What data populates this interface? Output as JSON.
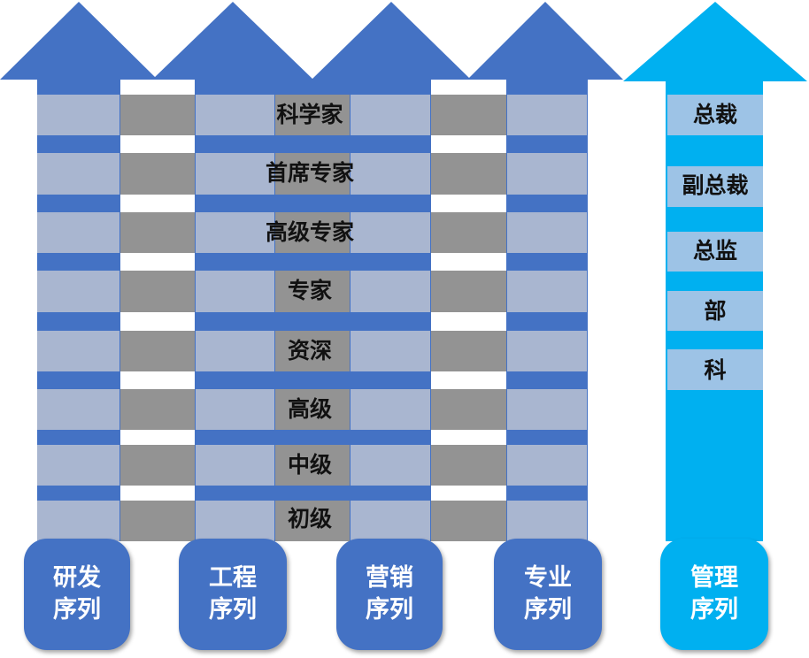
{
  "colors": {
    "arrow_blue": "#4472C4",
    "management_cyan": "#00B0F0",
    "cell_light": "#A9B6D0",
    "cell_gray": "#939393",
    "cell_white": "#FFFFFF",
    "mgmt_cell": "#9DC3E6",
    "label_text": "#111111",
    "box_text": "#FFFFFF"
  },
  "levels": [
    "科学家",
    "首席专家",
    "高级专家",
    "专家",
    "资深",
    "高级",
    "中级",
    "初级"
  ],
  "management_levels": [
    "总裁",
    "副总裁",
    "总监",
    "部",
    "科"
  ],
  "sequences": [
    {
      "line1": "研发",
      "line2": "序列"
    },
    {
      "line1": "工程",
      "line2": "序列"
    },
    {
      "line1": "营销",
      "line2": "序列"
    },
    {
      "line1": "专业",
      "line2": "序列"
    }
  ],
  "management_sequence": {
    "line1": "管理",
    "line2": "序列"
  }
}
